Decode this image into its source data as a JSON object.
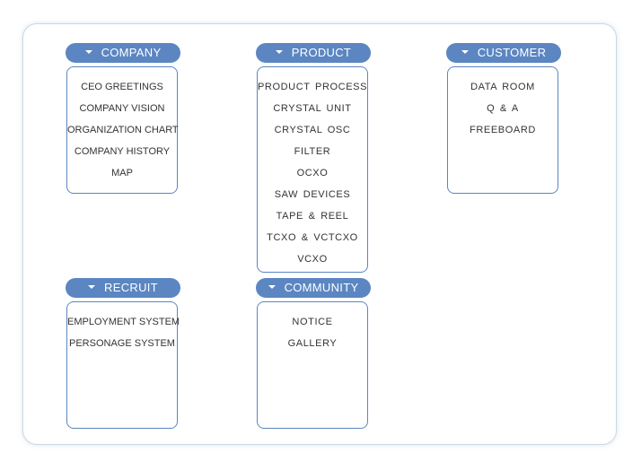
{
  "menu": {
    "company": {
      "title": "COMPANY",
      "items": [
        "CEO GREETINGS",
        "COMPANY VISION",
        "ORGANIZATION CHART",
        "COMPANY HISTORY",
        "MAP"
      ]
    },
    "product": {
      "title": "PRODUCT",
      "items": [
        "PRODUCT PROCESS",
        "CRYSTAL UNIT",
        "CRYSTAL OSC",
        "FILTER",
        "OCXO",
        "SAW DEVICES",
        "TAPE & REEL",
        "TCXO & VCTCXO",
        "VCXO"
      ]
    },
    "customer": {
      "title": "CUSTOMER",
      "items": [
        "DATA ROOM",
        "Q & A",
        "FREEBOARD"
      ]
    },
    "recruit": {
      "title": "RECRUIT",
      "items": [
        "EMPLOYMENT SYSTEM",
        "PERSONAGE SYSTEM"
      ]
    },
    "community": {
      "title": "COMMUNITY",
      "items": [
        "NOTICE",
        "GALLERY"
      ]
    }
  },
  "colors": {
    "header_bg": "#5b86c2",
    "border": "#5b86c2",
    "text": "#333333"
  },
  "icons": {
    "section_toggle": "triangle-down-icon"
  }
}
